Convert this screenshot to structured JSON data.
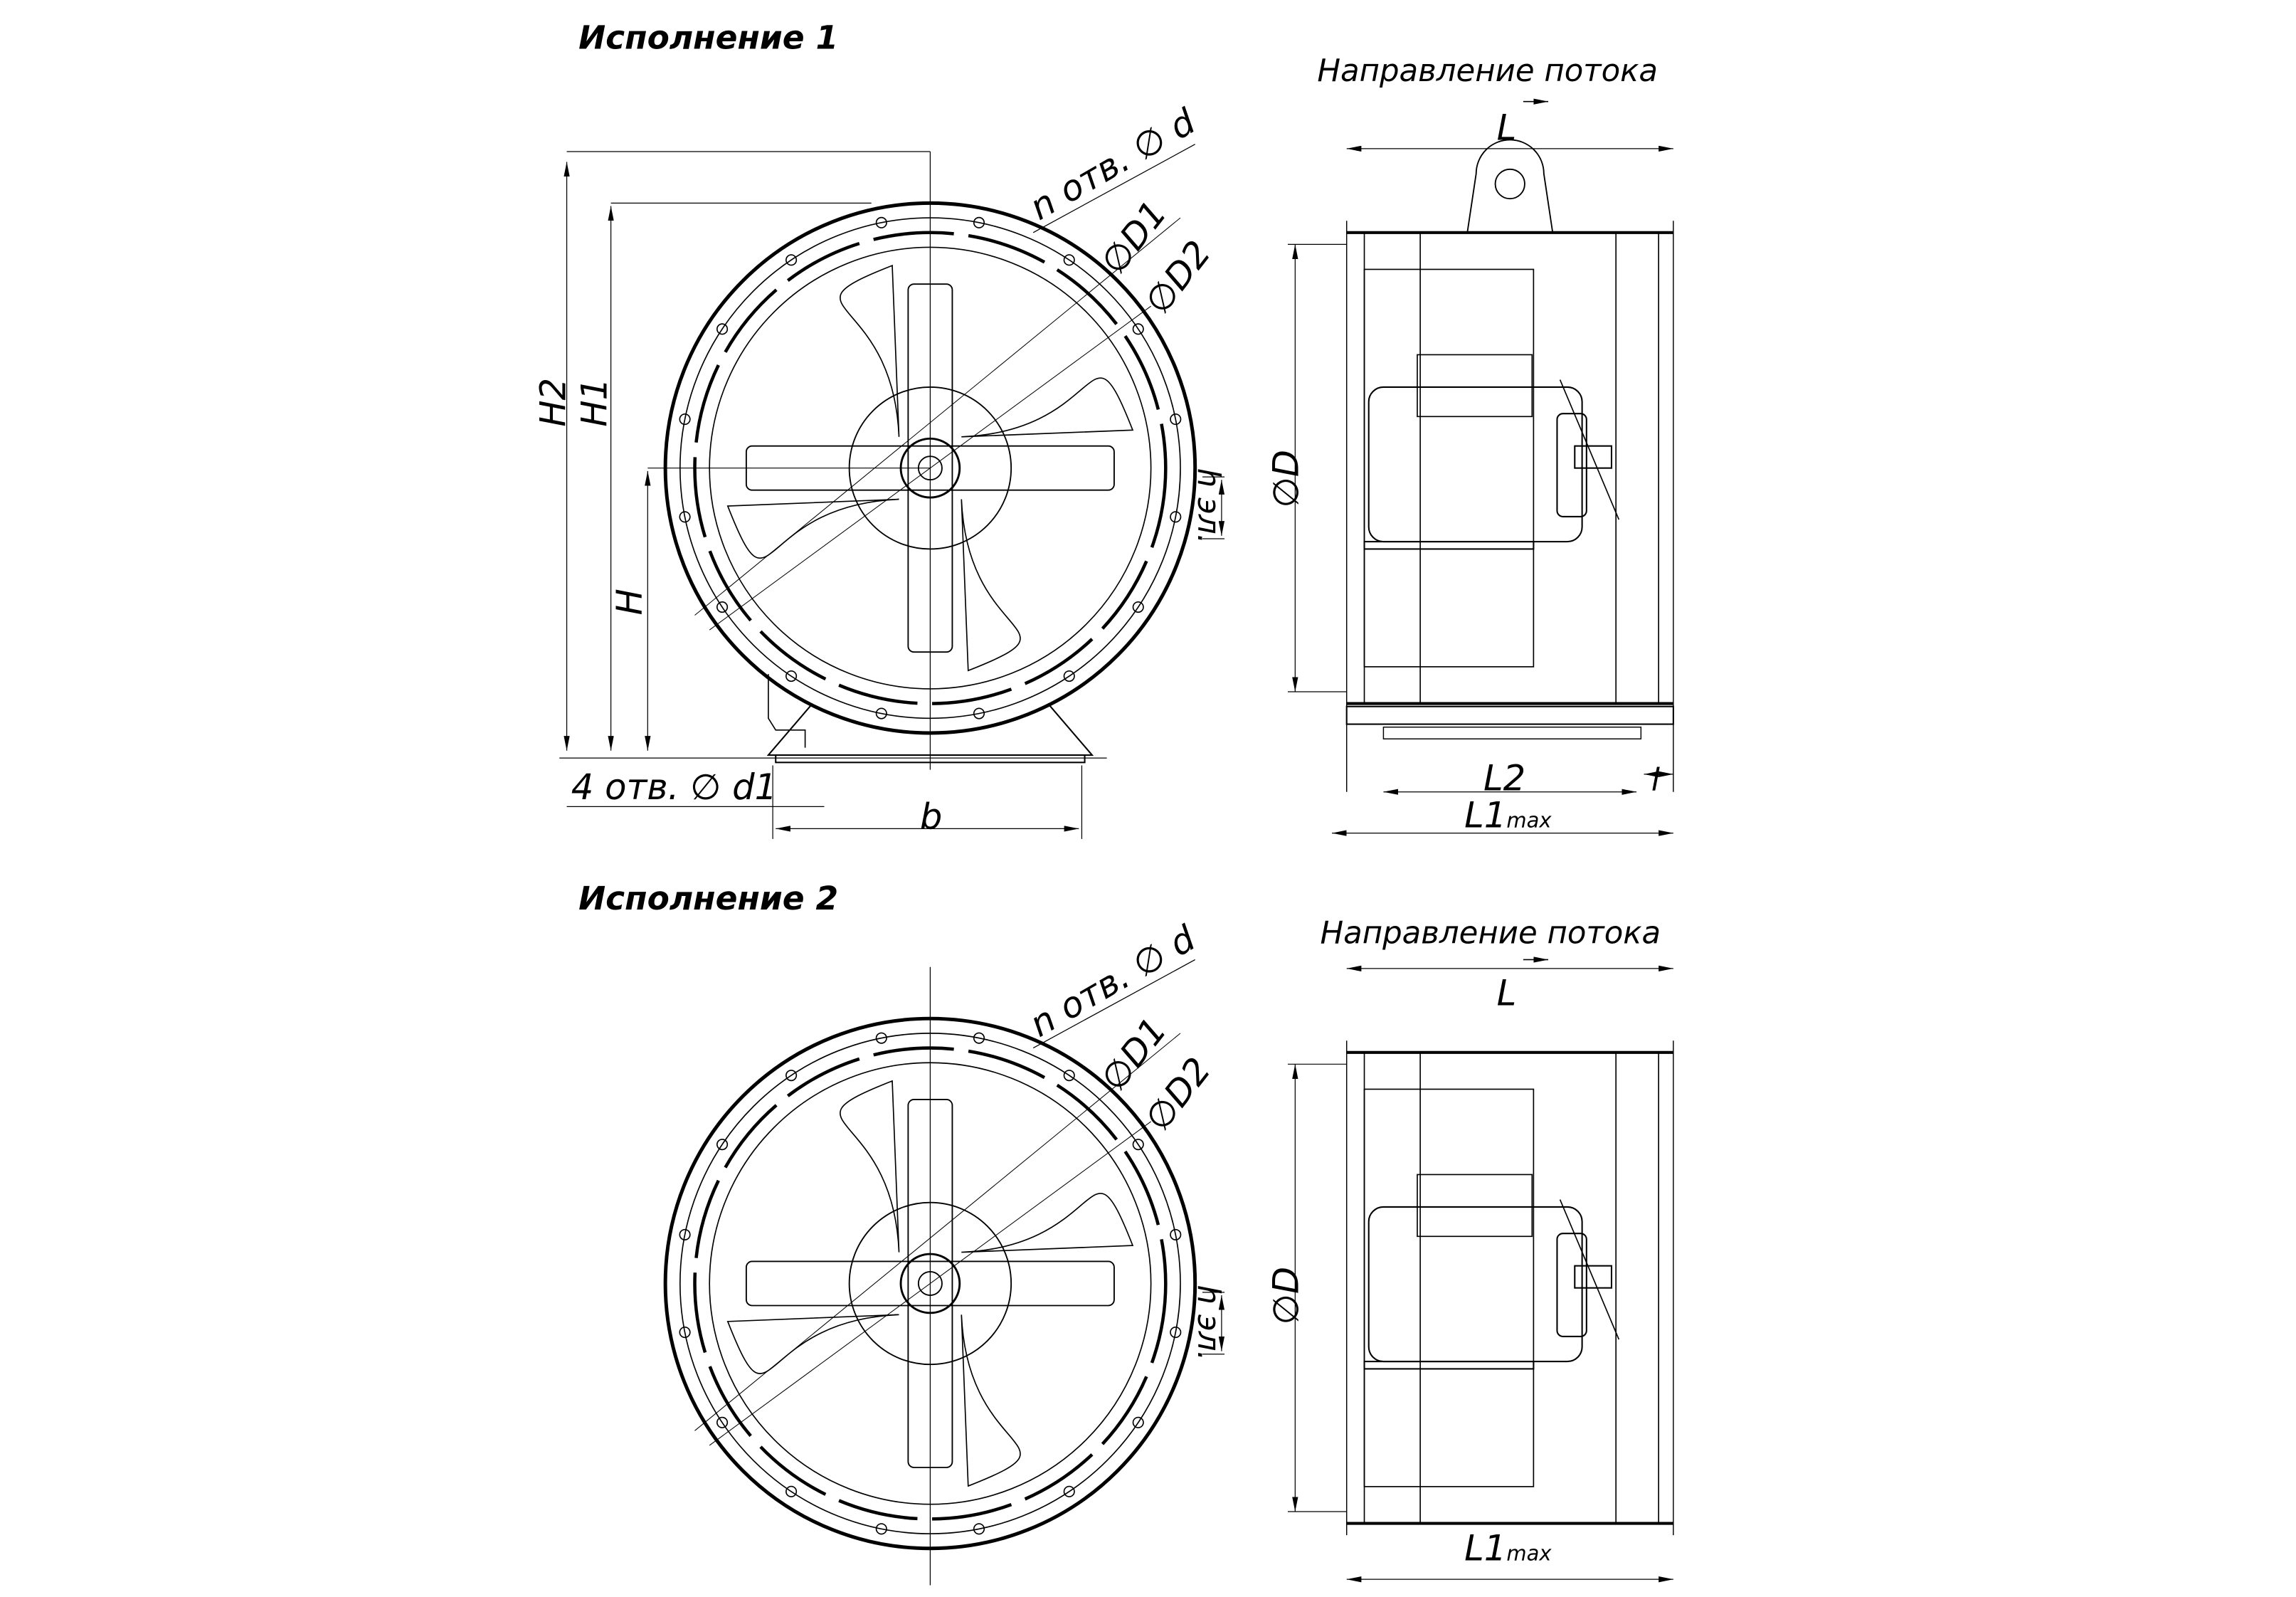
{
  "version1": {
    "title": "Исполнение 1",
    "flow_direction": "Направление потока",
    "labels": {
      "L": "L",
      "holes_d": "n отв. ∅ d",
      "D1": "∅D1",
      "D2": "∅D2",
      "H2": "H2",
      "H1": "H1",
      "H": "H",
      "h_el": "h эл.",
      "D": "∅D",
      "holes_d1": "4 отв. ∅ d1",
      "b": "b",
      "L2": "L2",
      "l": "l",
      "L1": "L1",
      "L1_sub": "max"
    }
  },
  "version2": {
    "title": "Исполнение 2",
    "flow_direction": "Направление потока",
    "labels": {
      "L": "L",
      "holes_d": "n отв. ∅ d",
      "D1": "∅D1",
      "D2": "∅D2",
      "h_el": "h эл.",
      "D": "∅D",
      "L1": "L1",
      "L1_sub": "max"
    }
  }
}
